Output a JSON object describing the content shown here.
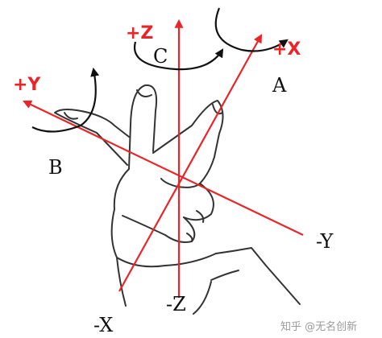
{
  "labels": {
    "plus_z": "+Z",
    "plus_x": "+X",
    "plus_y": "+Y",
    "minus_x": "-X",
    "minus_y": "-Y",
    "minus_z": "-Z",
    "rot_a": "A",
    "rot_b": "B",
    "rot_c": "C"
  },
  "watermark": "知乎 @无名创新",
  "colors": {
    "axis": "#e8262a",
    "hand_outline": "#333333",
    "rotation_arrow": "#111111",
    "background": "#ffffff"
  }
}
